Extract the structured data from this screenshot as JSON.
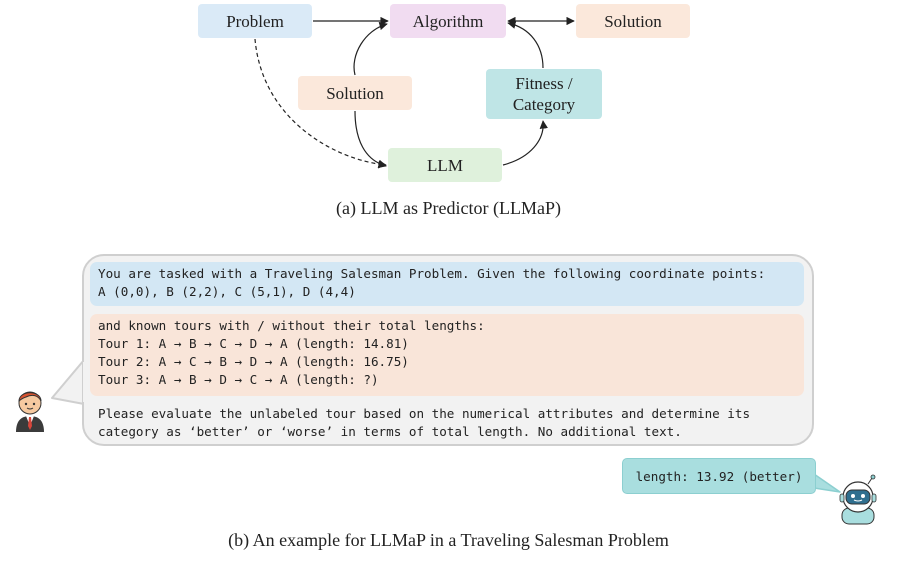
{
  "diagram": {
    "nodes": {
      "problem": "Problem",
      "algorithm": "Algorithm",
      "solution_out": "Solution",
      "solution_in": "Solution",
      "fitness_line1": "Fitness /",
      "fitness_line2": "Category",
      "llm": "LLM"
    },
    "caption_a": "(a) LLM as Predictor (LLMaP)"
  },
  "prompt": {
    "intro_line1": "You are tasked with a Traveling Salesman Problem. Given the following coordinate points:",
    "intro_line2": "A (0,0), B (2,2), C (5,1), D (4,4)",
    "tours_header": "and known tours with / without their total lengths:",
    "tours": [
      "Tour 1: A → B → C → D → A (length: 14.81)",
      "Tour 2: A → C → B → D → A (length: 16.75)",
      "Tour 3: A → B → D → C → A (length: ?)"
    ],
    "instruction_line1": "Please evaluate the unlabeled tour based on the numerical attributes and determine its",
    "instruction_line2": "category as ‘better’ or ‘worse’ in terms of total length. No additional text."
  },
  "response": "length: 13.92 (better)",
  "caption_b": "(b) An example for LLMaP in a Traveling Salesman Problem",
  "icons": [
    "user-avatar-icon",
    "robot-icon"
  ]
}
